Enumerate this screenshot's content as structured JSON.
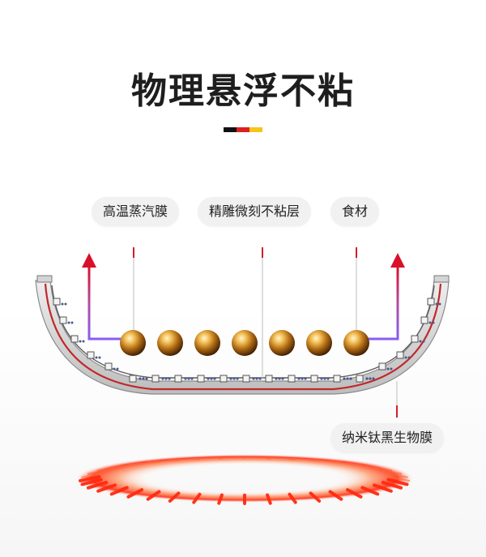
{
  "title": "物理悬浮不粘",
  "flag_colors": [
    "#111111",
    "#dd1f1f",
    "#f5c518"
  ],
  "labels": {
    "steam_film": "高温蒸汽膜",
    "nonstick_layer": "精雕微刻不粘层",
    "food": "食材",
    "bio_film": "纳米钛黑生物膜"
  },
  "colors": {
    "arrow_gradient_start": "#8a5cf0",
    "arrow_gradient_end": "#d8102a",
    "pan_layer": "#c0282a",
    "heat": "#ff3c12"
  },
  "icons": {
    "ball": "golden-food-ball-icon",
    "arrow": "upward-steam-arrow-icon",
    "flame": "heat-ring-icon"
  }
}
